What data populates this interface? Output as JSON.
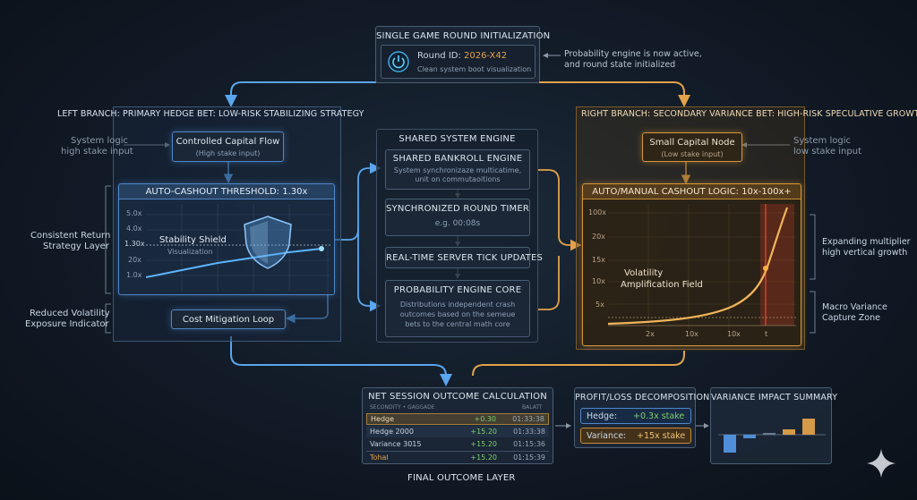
{
  "top": {
    "title": "SINGLE GAME ROUND INITIALIZATION",
    "round_label": "Round ID:",
    "round_id": "2026-X42",
    "subtitle": "Clean system boot visualization",
    "note_line1": "Probability engine is now active,",
    "note_line2": "and round state initialized"
  },
  "left": {
    "branch_title": "LEFT BRANCH: PRIMARY HEDGE BET: LOW-RISK STABILIZING STRATEGY",
    "side_note_line1": "System logic",
    "side_note_line2": "high stake input",
    "capital_title": "Controlled Capital Flow",
    "capital_sub": "(High stake input)",
    "threshold_title": "AUTO-CASHOUT THRESHOLD: 1.30x",
    "y_ticks": [
      "5.0x",
      "4.0x",
      "1.30x",
      "20x",
      "1.0x"
    ],
    "shield_title": "Stability Shield",
    "shield_sub": "Visualization",
    "strategy_line1": "Consistent Return",
    "strategy_line2": "Strategy Layer",
    "reduced_line1": "Reduced Volatility",
    "reduced_line2": "Exposure Indicator",
    "loop_label": "Cost Mitigation Loop"
  },
  "center": {
    "title": "SHARED SYSTEM ENGINE",
    "bankroll_title": "SHARED BANKROLL ENGINE",
    "bankroll_sub_line1": "System synchronizaze multicatime,",
    "bankroll_sub_line2": "unit on commutaoitions",
    "timer_title": "SYNCHRONIZED ROUND TIMER",
    "timer_sub": "e.g. 00:08s",
    "tick_title": "REAL-TIME SERVER TICK UPDATES",
    "prob_title": "PROBABILITY ENGINE CORE",
    "prob_line1": "Distributions independent crash",
    "prob_line2": "outcomes based on the semeue",
    "prob_line3": "bets to the central math core"
  },
  "right": {
    "branch_title": "RIGHT BRANCH: SECONDARY VARIANCE BET: HIGH-RISK SPECULATIVE GROWTH",
    "capital_title": "Small Capital Node",
    "capital_sub": "(Low stake input)",
    "side_note_line1": "System logic",
    "side_note_line2": "low stake input",
    "logic_title": "AUTO/MANUAL CASHOUT LOGIC: 10x-100x+",
    "y_ticks": [
      "100x",
      "20x",
      "15x",
      "10x",
      "5x"
    ],
    "x_ticks": [
      "2x",
      "10x",
      "10x",
      "t"
    ],
    "vol_line1": "Volatility",
    "vol_line2": "Amplification Field",
    "expand_line1": "Expanding multiplier",
    "expand_line2": "high vertical growth",
    "macro_line1": "Macro Variance",
    "macro_line2": "Capture Zone"
  },
  "bottom": {
    "net_title": "NET SESSION OUTCOME CALCULATION",
    "table_header_a": "SECONDITY • GAGGADE",
    "table_header_b": "BALATT",
    "rows": [
      {
        "name": "Hedge",
        "value": "+0.30",
        "time": "01:33:38"
      },
      {
        "name": "Hedge 2000",
        "value": "+15.20",
        "time": "01:33:38"
      },
      {
        "name": "Variance 3015",
        "value": "+15.20",
        "time": "01:15:36"
      },
      {
        "name": "Tohal",
        "value": "+15.20",
        "time": "01:15:39"
      }
    ],
    "final_label": "FINAL OUTCOME LAYER",
    "pl_title": "PROFIT/LOSS DECOMPOSITION",
    "pl_hedge_label": "Hedge:",
    "pl_hedge_value": "+0.3x stake",
    "pl_var_label": "Variance:",
    "pl_var_value": "+15x stake",
    "var_title": "VARIANCE IMPACT SUMMARY"
  },
  "colors": {
    "blue": "#4f9be6",
    "orange": "#e3a24a",
    "green": "#7ccf6a",
    "red": "#d8463a"
  },
  "icons": {
    "power": "power-icon",
    "shield": "shield-icon",
    "sparkle": "sparkle-icon"
  }
}
